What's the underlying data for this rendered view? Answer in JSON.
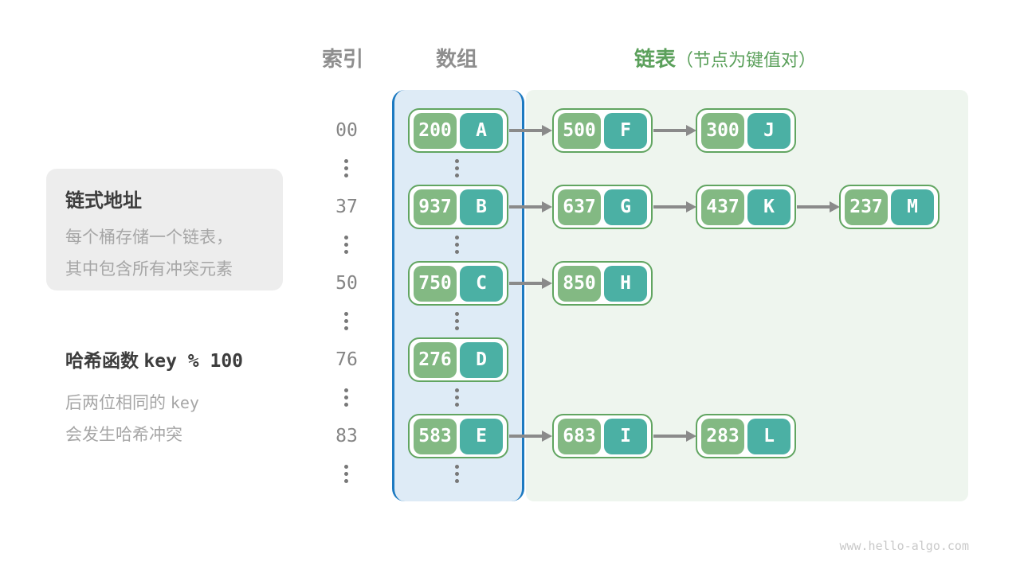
{
  "headers": {
    "index": "索引",
    "array": "数组",
    "list": "链表",
    "list_note": "（节点为键值对）"
  },
  "annotations": {
    "chaining": {
      "title": "链式地址",
      "line1": "每个桶存储一个链表，",
      "line2": "其中包含所有冲突元素"
    },
    "hash": {
      "title": "哈希函数",
      "title_code": "key % 100",
      "line1": "后两位相同的",
      "line1_code": "key",
      "line2": "会发生哈希冲突"
    }
  },
  "diagram": {
    "ellipsis_dot_count": 3,
    "rows": [
      {
        "index": "00",
        "bucket": {
          "key": "200",
          "value": "A"
        },
        "chain": [
          {
            "key": "500",
            "value": "F"
          },
          {
            "key": "300",
            "value": "J"
          }
        ]
      },
      {
        "index": "37",
        "bucket": {
          "key": "937",
          "value": "B"
        },
        "chain": [
          {
            "key": "637",
            "value": "G"
          },
          {
            "key": "437",
            "value": "K"
          },
          {
            "key": "237",
            "value": "M"
          }
        ]
      },
      {
        "index": "50",
        "bucket": {
          "key": "750",
          "value": "C"
        },
        "chain": [
          {
            "key": "850",
            "value": "H"
          }
        ]
      },
      {
        "index": "76",
        "bucket": {
          "key": "276",
          "value": "D"
        },
        "chain": []
      },
      {
        "index": "83",
        "bucket": {
          "key": "583",
          "value": "E"
        },
        "chain": [
          {
            "key": "683",
            "value": "I"
          },
          {
            "key": "283",
            "value": "L"
          }
        ]
      }
    ]
  },
  "footer": {
    "watermark": "www.hello-algo.com"
  },
  "colors": {
    "accent_green_text": "#5ba05b",
    "node_border": "#61a561",
    "key_cell_bg": "#83b983",
    "value_cell_bg": "#4bb0a4",
    "array_panel_bg": "#deebf6",
    "array_panel_border": "#1d7ac1",
    "list_panel_bg": "#eef5ee",
    "arrow": "#8a8a8a",
    "index_text": "#858585",
    "muted_text": "#a6a6a6",
    "heading_text": "#8e8e8e",
    "dark_text": "#3d3d3d",
    "annotation_box_bg": "#ededed",
    "watermark_text": "#c9c9c9",
    "node_text": "#ffffff"
  }
}
